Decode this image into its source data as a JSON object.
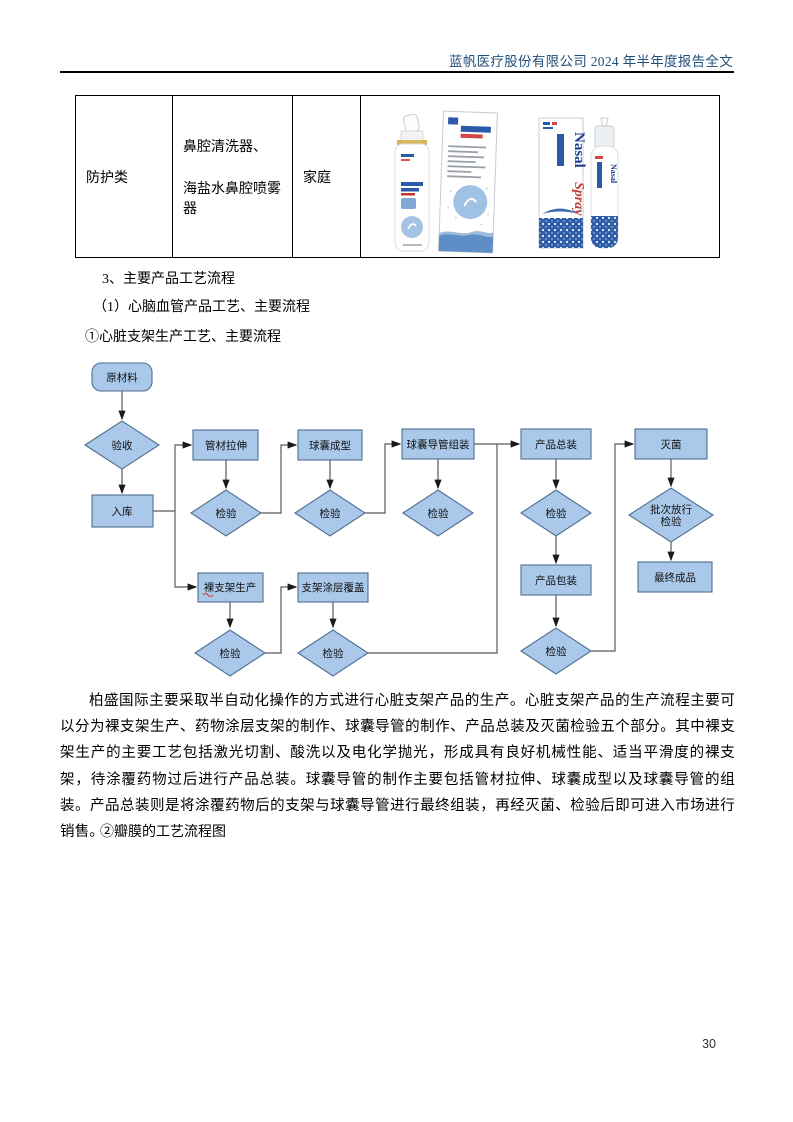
{
  "header": {
    "title": "蓝帆医疗股份有限公司 2024 年半年度报告全文"
  },
  "table": {
    "row": {
      "category": "防护类",
      "product_line1": "鼻腔清洗器、",
      "product_line2": "海盐水鼻腔喷雾器",
      "scene": "家庭"
    },
    "product_art": {
      "nasal_text": "Nasal",
      "spray_text": "Spray"
    }
  },
  "sections": {
    "s3": "3、主要产品工艺流程",
    "s3_1": "（1）心脑血管产品工艺、主要流程",
    "s3_1_a": "①心脏支架生产工艺、主要流程",
    "s3_1_b": "②瓣膜的工艺流程图"
  },
  "flowchart": {
    "nodes": {
      "raw_material": "原材料",
      "acceptance": "验收",
      "warehouse": "入库",
      "tube_stretch": "管材拉伸",
      "balloon_form": "球囊成型",
      "balloon_catheter_assembly": "球囊导管组装",
      "product_assembly": "产品总装",
      "sterilization": "灭菌",
      "inspection": "检验",
      "batch_release_line1": "批次放行",
      "batch_release_line2": "检验",
      "bare_stent": "裸支架生产",
      "stent_coating": "支架涂层覆盖",
      "packaging": "产品包装",
      "final_product": "最终成品"
    },
    "colors": {
      "node_fill": "#A9C8EA",
      "node_stroke": "#4F6E8F",
      "connector": "#595959"
    }
  },
  "paragraph": "柏盛国际主要采取半自动化操作的方式进行心脏支架产品的生产。心脏支架产品的生产流程主要可以分为裸支架生产、药物涂层支架的制作、球囊导管的制作、产品总装及灭菌检验五个部分。其中裸支架生产的主要工艺包括激光切割、酸洗以及电化学抛光，形成具有良好机械性能、适当平滑度的裸支架，待涂覆药物过后进行产品总装。球囊导管的制作主要包括管材拉伸、球囊成型以及球囊导管的组装。产品总装则是将涂覆药物后的支架与球囊导管进行最终组装，再经灭菌、检验后即可进入市场进行销售。",
  "footer": {
    "page_number": "30"
  }
}
